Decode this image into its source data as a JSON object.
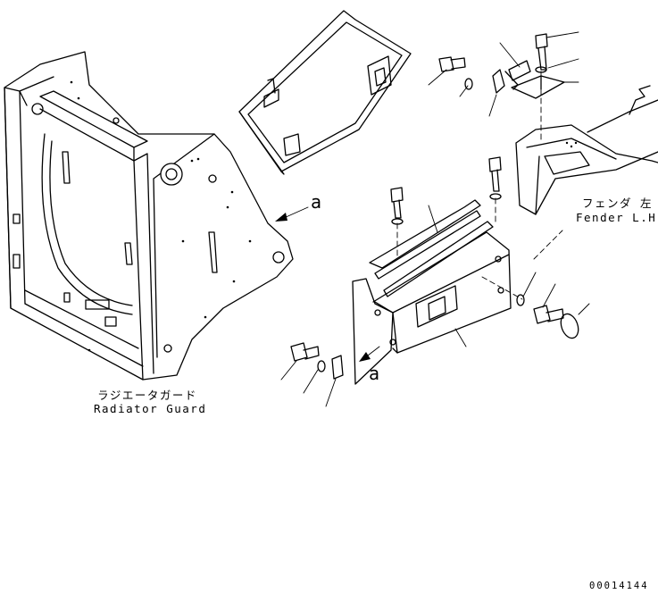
{
  "labels": {
    "radiator_guard_jp": "ラジエータガード",
    "radiator_guard_en": "Radiator Guard",
    "fender_jp": "フェンダ 左",
    "fender_en": "Fender L.H.",
    "ref_a_upper": "a",
    "ref_a_lower": "a"
  },
  "doc_number": "00014144"
}
